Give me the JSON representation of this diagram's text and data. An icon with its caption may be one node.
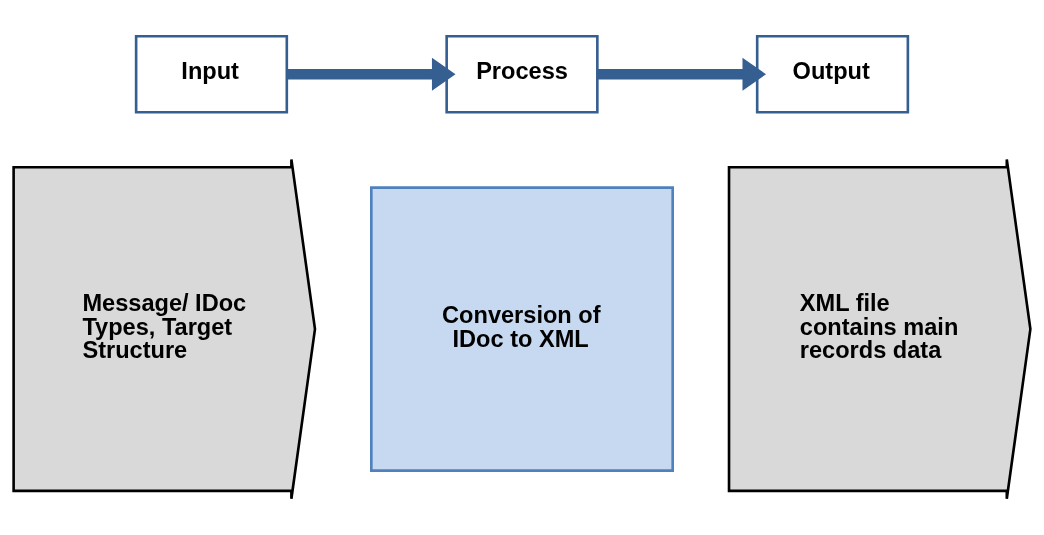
{
  "diagram": {
    "nodes": [
      {
        "text": [
          "Input"
        ]
      },
      {
        "text": [
          "Process"
        ]
      },
      {
        "text": [
          "Output"
        ]
      },
      {
        "text": [
          "Message/ IDoc Types, Target Structure"
        ]
      },
      {
        "text": [
          "Conversion of IDoc to XML"
        ]
      },
      {
        "text": [
          "XML file contains main records data"
        ]
      }
    ],
    "edges": [
      {
        "from": 0,
        "to": 1,
        "arrow": "to"
      },
      {
        "from": 1,
        "to": 2,
        "arrow": "to"
      }
    ]
  }
}
